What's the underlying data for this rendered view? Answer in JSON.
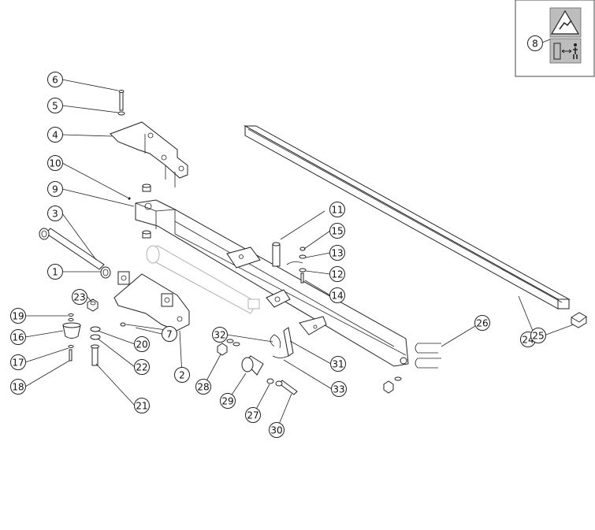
{
  "diagram": {
    "parts": [
      "1",
      "2",
      "3",
      "4",
      "5",
      "6",
      "7",
      "8",
      "9",
      "10",
      "11",
      "12",
      "13",
      "14",
      "15",
      "16",
      "17",
      "18",
      "19",
      "20",
      "21",
      "22",
      "23",
      "24",
      "25",
      "26",
      "27",
      "28",
      "29",
      "30",
      "31",
      "32",
      "33"
    ]
  },
  "legend_box": {
    "label": "8",
    "icons": [
      "crush-hazard-warning-icon",
      "keep-distance-person-icon"
    ]
  }
}
